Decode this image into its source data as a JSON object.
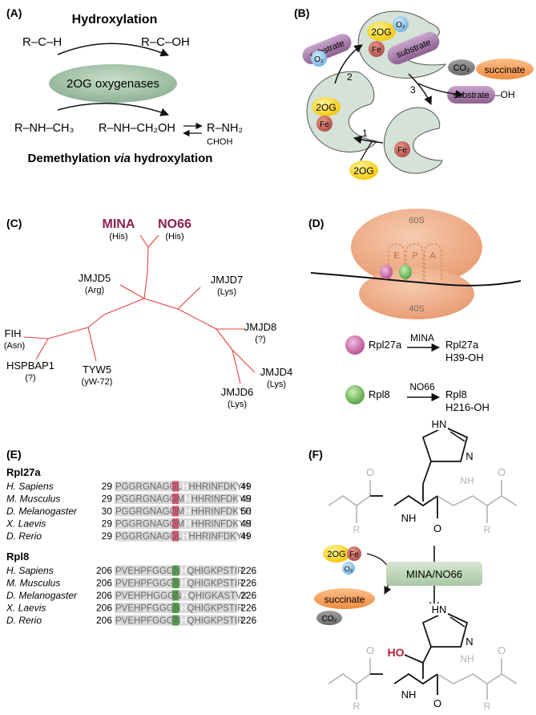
{
  "panel_a": {
    "letter": "(A)",
    "title": "Hydroxylation",
    "rch": "R–C–H",
    "rcoh": "R–C–OH",
    "enzyme": "2OG oxygenases",
    "rnhch3": "R–NH–CH₃",
    "rnhch2oh": "R–NH–CH₂OH",
    "rnh2": "R–NH₂",
    "choh": "CHOH",
    "bottom_title_1": "Demethylation ",
    "bottom_title_via": "via",
    "bottom_title_2": " hydroxylation"
  },
  "panel_b": {
    "letter": "(B)",
    "substrate": "substrate",
    "o2": "O₂",
    "og": "2OG",
    "fe": "Fe",
    "co2": "CO₂",
    "succinate": "succinate",
    "oh": "–OH",
    "step1": "1",
    "step2": "2",
    "step3": "3"
  },
  "panel_c": {
    "letter": "(C)",
    "leaves": [
      {
        "name": "MINA",
        "sub": "(His)",
        "highlight": true
      },
      {
        "name": "NO66",
        "sub": "(His)",
        "highlight": true
      },
      {
        "name": "JMJD5",
        "sub": "(Arg)"
      },
      {
        "name": "JMJD7",
        "sub": "(Lys)"
      },
      {
        "name": "JMJD8",
        "sub": "(?)"
      },
      {
        "name": "FIH",
        "sub": "(Asn)"
      },
      {
        "name": "HSPBAP1",
        "sub": "(?)"
      },
      {
        "name": "TYW5",
        "sub": "(yW-72)"
      },
      {
        "name": "JMJD4",
        "sub": "(Lys)"
      },
      {
        "name": "JMJD6",
        "sub": "(Lys)"
      }
    ]
  },
  "panel_d": {
    "letter": "(D)",
    "large_subunit": "60S",
    "small_subunit": "40S",
    "sites": [
      "E",
      "P",
      "A"
    ],
    "reactions": [
      {
        "protein": "Rpl27a",
        "enzyme": "MINA",
        "product_1": "Rpl27a",
        "product_2": "H39-OH",
        "color": "#c0609a"
      },
      {
        "protein": "Rpl8",
        "enzyme": "NO66",
        "product_1": "Rpl8",
        "product_2": "H216-OH",
        "color": "#5aa843"
      }
    ]
  },
  "panel_e": {
    "letter": "(E)",
    "groups": [
      {
        "title": "Rpl27a",
        "highlight": "#d9536f",
        "rows": [
          {
            "species": "H. Sapiens",
            "start": "29",
            "pre": "PGGRGNAGGL",
            "mid": "H",
            "post": "HHRINFDKYH",
            "end": "49"
          },
          {
            "species": "M. Musculus",
            "start": "29",
            "pre": "PGGRGNAGGM",
            "mid": "H",
            "post": "HHRINFDKYH",
            "end": "49"
          },
          {
            "species": "D. Melanogaster",
            "start": "30",
            "pre": "PGGRGNAGGM",
            "mid": "H",
            "post": "HHRINFDKYH",
            "end": "50"
          },
          {
            "species": "X. Laevis",
            "start": "29",
            "pre": "PGGRGNAGGM",
            "mid": "H",
            "post": "HHRINFDKYH",
            "end": "49"
          },
          {
            "species": "D. Rerio",
            "start": "29",
            "pre": "PGGRGNAGGL",
            "mid": "H",
            "post": "HHRINFDKYH",
            "end": "49"
          }
        ]
      },
      {
        "title": "Rpl8",
        "highlight": "#4f9e47",
        "rows": [
          {
            "species": "H. Sapiens",
            "start": "206",
            "pre": "PVEHPFGGGN",
            "mid": "H",
            "post": "QHIGKPSTIR",
            "end": "226"
          },
          {
            "species": "M. Musculus",
            "start": "206",
            "pre": "PVEHPFGGGN",
            "mid": "H",
            "post": "QHIGKPSTIR",
            "end": "226"
          },
          {
            "species": "D. Melanogaster",
            "start": "206",
            "pre": "PVEHPHGGGN",
            "mid": "H",
            "post": "QHIGKASTVK",
            "end": "226"
          },
          {
            "species": "X. Laevis",
            "start": "206",
            "pre": "PVEHPFGGGN",
            "mid": "H",
            "post": "QHIGKPSTIR",
            "end": "226"
          },
          {
            "species": "D. Rerio",
            "start": "206",
            "pre": "PVEHPFGGGN",
            "mid": "H",
            "post": "QHIGKPSTIR",
            "end": "226"
          }
        ]
      }
    ]
  },
  "panel_f": {
    "letter": "(F)",
    "enzyme": "MINA/NO66",
    "og": "2OG",
    "fe": "Fe",
    "o2": "O₂",
    "succinate": "succinate",
    "co2": "CO₂",
    "hn": "HN",
    "n": "N",
    "nh": "NH",
    "o": "O",
    "r": "R",
    "ho": "HO"
  }
}
